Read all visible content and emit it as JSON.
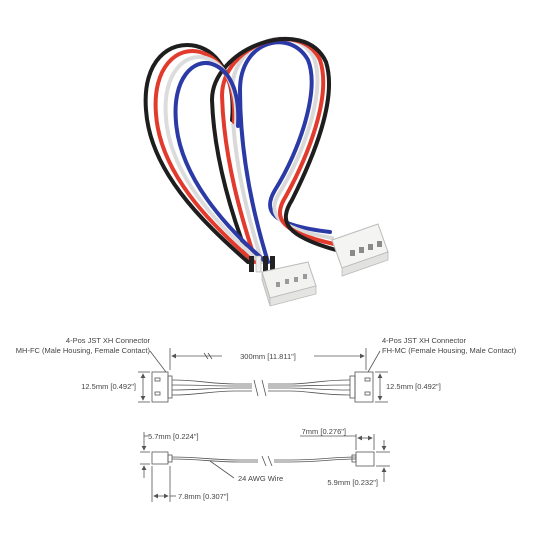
{
  "left_connector": {
    "line1": "4-Pos JST XH Connector",
    "line2": "MH-FC (Male Housing, Female Contact)"
  },
  "right_connector": {
    "line1": "4-Pos JST XH Connector",
    "line2": "FH-MC (Female Housing, Male Contact)"
  },
  "dimensions": {
    "length": "300mm [11.811\"]",
    "left_height": "12.5mm [0.492\"]",
    "right_height": "12.5mm [0.492\"]",
    "left_side_width": "5.7mm [0.224\"]",
    "left_side_depth": "7.8mm [0.307\"]",
    "right_side_width": "7mm [0.276\"]",
    "right_side_depth": "5.9mm [0.232\"]",
    "wire_gauge": "24 AWG Wire"
  },
  "colors": {
    "wire_blue": "#2b3aa6",
    "wire_red": "#e23b2e",
    "wire_black": "#1e1e1e",
    "wire_white": "#eeeeee",
    "housing": "#f2f2f0",
    "drawing_line": "#555555"
  }
}
